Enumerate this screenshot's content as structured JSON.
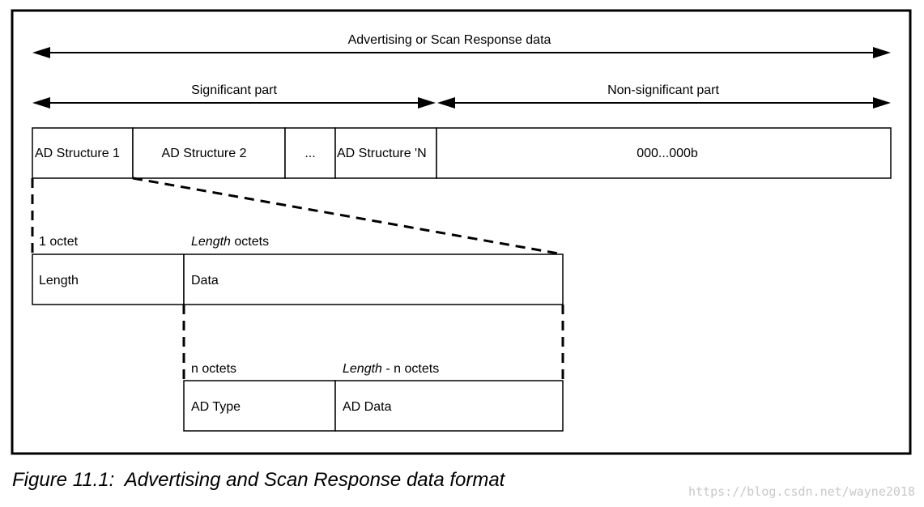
{
  "diagram": {
    "top_arrow_label": "Advertising or Scan Response data",
    "significant_label": "Significant part",
    "nonsignificant_label": "Non-significant part",
    "structures": {
      "s1": "AD Structure 1",
      "s2": "AD Structure 2",
      "ellipsis": "...",
      "sn": "AD Structure 'N",
      "zeros": "000...000b"
    },
    "level2": {
      "octet_label": "1 octet",
      "length_octets_italic": "Length",
      "length_octets_rest": " octets",
      "length_cell": "Length",
      "data_cell": "Data"
    },
    "level3": {
      "n_octets_label": "n octets",
      "length_n_italic": "Length",
      "length_n_rest": " - n octets",
      "ad_type_cell": "AD Type",
      "ad_data_cell": "AD Data"
    }
  },
  "caption": "Figure 11.1:  Advertising and Scan Response data format",
  "watermark": "https://blog.csdn.net/wayne2018"
}
